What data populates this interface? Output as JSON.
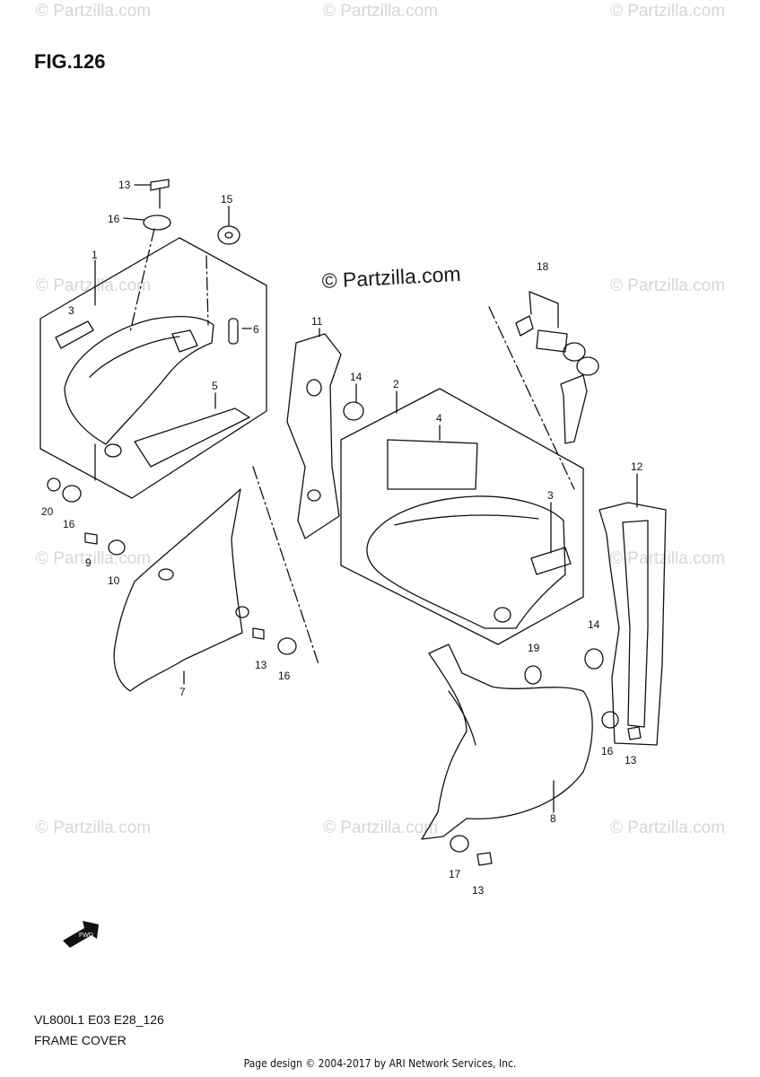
{
  "figure": {
    "title": "FIG.126"
  },
  "watermark": {
    "brand": "© Partzilla.com",
    "main": "© Partzilla.com"
  },
  "callouts": [
    {
      "id": "c13a",
      "label": "13"
    },
    {
      "id": "c16a",
      "label": "16"
    },
    {
      "id": "c15",
      "label": "15"
    },
    {
      "id": "c1",
      "label": "1"
    },
    {
      "id": "c3a",
      "label": "3"
    },
    {
      "id": "c6",
      "label": "6"
    },
    {
      "id": "c5",
      "label": "5"
    },
    {
      "id": "c20",
      "label": "20"
    },
    {
      "id": "c16b",
      "label": "16"
    },
    {
      "id": "c9",
      "label": "9"
    },
    {
      "id": "c10",
      "label": "10"
    },
    {
      "id": "c7",
      "label": "7"
    },
    {
      "id": "c13b",
      "label": "13"
    },
    {
      "id": "c16c",
      "label": "16"
    },
    {
      "id": "c11",
      "label": "11"
    },
    {
      "id": "c14a",
      "label": "14"
    },
    {
      "id": "c2",
      "label": "2"
    },
    {
      "id": "c4",
      "label": "4"
    },
    {
      "id": "c18",
      "label": "18"
    },
    {
      "id": "c3b",
      "label": "3"
    },
    {
      "id": "c12",
      "label": "12"
    },
    {
      "id": "c19",
      "label": "19"
    },
    {
      "id": "c14b",
      "label": "14"
    },
    {
      "id": "c16d",
      "label": "16"
    },
    {
      "id": "c13c",
      "label": "13"
    },
    {
      "id": "c8",
      "label": "8"
    },
    {
      "id": "c17",
      "label": "17"
    },
    {
      "id": "c13d",
      "label": "13"
    }
  ],
  "fwd_marker": {
    "label": "FWD"
  },
  "model_code": "VL800L1 E03 E28_126",
  "assembly_name": "FRAME COVER",
  "footer": "Page design © 2004-2017 by ARI Network Services, Inc."
}
